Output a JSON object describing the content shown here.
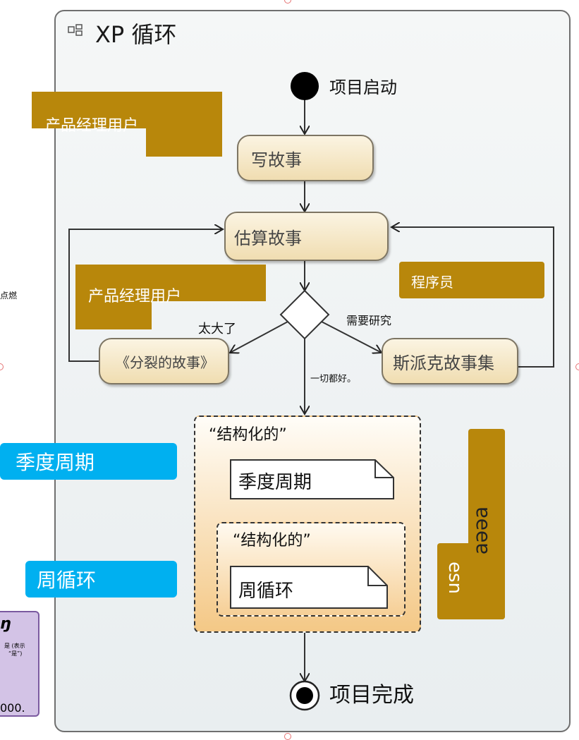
{
  "title": "XP 循环",
  "start_label": "项目启动",
  "end_label": "项目完成",
  "activities": {
    "write_story": "写故事",
    "estimate_story": "估算故事",
    "split_story": "《分裂的故事》",
    "spike_story": "斯派克故事集"
  },
  "guards": {
    "too_big": "太大了",
    "needs_research": "需要研究",
    "all_good": "一切都好。"
  },
  "lanes": {
    "pm_user_1": "产品经理用户",
    "pm_user_2": "产品经理用户",
    "programmer": "程序员"
  },
  "regions": {
    "structured_outer": "“结构化的”",
    "structured_inner": "“结构化的”",
    "quarterly_note": "季度周期",
    "weekly_note": "周循环"
  },
  "side_labels": {
    "quarterly": "季度周期",
    "weekly": "周循环",
    "left_edge": "点燃",
    "rotated_1": "ɐeeɐ",
    "rotated_2": "esn"
  },
  "purple_box": {
    "glyph": "ŋ",
    "text_1": "是 (表示",
    "text_2": "“是”)",
    "number": "000."
  },
  "colors": {
    "gold": "#b8870b",
    "blue": "#00b0f0",
    "activity_top": "#fbf4e2",
    "activity_bottom": "#f0ddb1"
  }
}
